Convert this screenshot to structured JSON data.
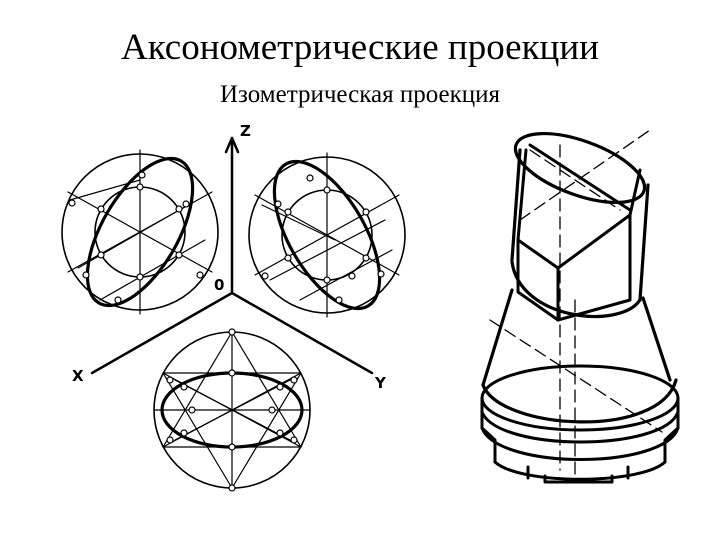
{
  "title": "Аксонометрические проекции",
  "subtitle": "Изометрическая проекция",
  "axes": {
    "z": "Z",
    "x": "X",
    "y": "Y",
    "origin": "0"
  }
}
